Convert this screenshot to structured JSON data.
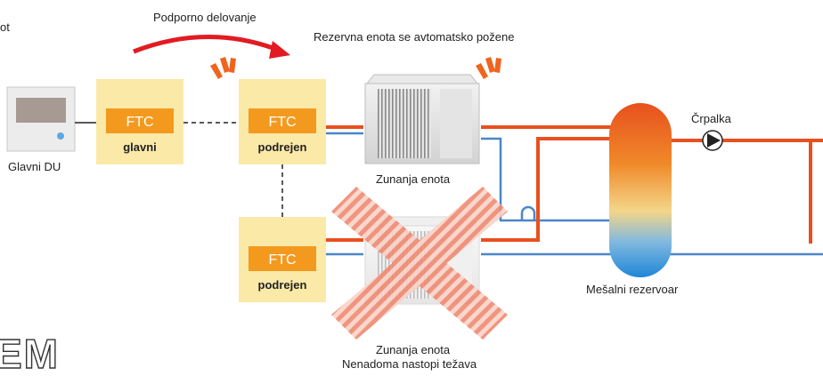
{
  "labels": {
    "top_left_fragment": "ot",
    "backup_action": "Podporno delovanje",
    "auto_start": "Rezervna enota se avtomatsko požene",
    "main_du": "Glavni DU",
    "pump": "Črpalka",
    "outdoor_unit_top": "Zunanja enota",
    "outdoor_unit_bottom": "Zunanja enota",
    "failure_note": "Nenadoma nastopi težava",
    "mixing_tank": "Mešalni rezervoar"
  },
  "ftc_units": [
    {
      "badge": "FTC",
      "role": "glavni"
    },
    {
      "badge": "FTC",
      "role": "podrejen"
    },
    {
      "badge": "FTC",
      "role": "podrejen"
    }
  ],
  "logo_text": "EM",
  "colors": {
    "hot_pipe": "#e8501e",
    "cold_pipe": "#4a86c8",
    "ftc_panel": "#fbe9a8",
    "ftc_badge": "#f39a1e",
    "arrow_red": "#e21b22",
    "cross_stripe": "#ef8a72"
  }
}
